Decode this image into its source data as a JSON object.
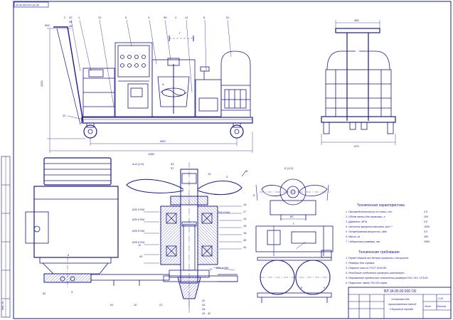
{
  "sheet": {
    "stamp_code": "00.00.000-00 СБ ИЧ",
    "sheet_side_label": "Инв. №",
    "accent_color": "#1a1a8c",
    "hatch_color": "#3535a0"
  },
  "top_view": {
    "callouts": [
      "2",
      "32",
      "36",
      "46",
      "1",
      "31",
      "5",
      "3",
      "5б",
      "4",
      "41",
      "8",
      "51",
      "20"
    ],
    "dim_overall_length": "1960",
    "dim_wheelbase": "980*",
    "dim_height": "1100",
    "dim_top": "500",
    "dim_h1": "850",
    "section_mark_g": "Г",
    "section_mark_a": "А"
  },
  "side_view": {
    "dim_top": "480",
    "dim_bottom": "670"
  },
  "motor_view": {
    "callouts": [
      "3",
      "52",
      "6",
      "61",
      "10"
    ]
  },
  "section_a": {
    "title": "А-А (1:5)",
    "callouts": [
      "53",
      "57",
      "16",
      "17",
      "14",
      "15",
      "18",
      "45",
      "44",
      "3",
      "13",
      "12",
      "11",
      "40",
      "21",
      "42",
      "43",
      "26",
      "43",
      "42"
    ],
    "fit_notes": [
      "Ø30 H7/k6",
      "Ø30 H7/k6",
      "Ø35 H7/k6",
      "Ø35 H7/h6",
      "Ø30 H7/k6",
      "Ø30 H7/k6"
    ],
    "letter_b": "Б"
  },
  "view_b": {
    "title": "Б (1:2)",
    "letter_b": "Б",
    "dim": "60"
  },
  "view_g": {
    "title": "Г",
    "label_e": "Е",
    "label_f": "F"
  },
  "tech_spec": {
    "title": "Техническая характеристика",
    "rows": [
      [
        "1. Производительность по смеси, т/ч",
        "2,5"
      ],
      [
        "2. Объём ванны для промывки, л",
        "200"
      ],
      [
        "3. Давление, МПа",
        "0,6"
      ],
      [
        "4. Частота вращения мешалки, мин⁻¹",
        "1000"
      ],
      [
        "5. Потребляемая мощность, кВт",
        "3,0"
      ],
      [
        "6. Масса, кг",
        "450"
      ],
      [
        "7. Габаритные размеры, мм",
        "1960"
      ]
    ]
  },
  "tech_req": {
    "title": "Технические требования",
    "rows": [
      "1. Перед сборкой все детали промыть и высушить.",
      "2. Размеры для справок.",
      "3. Сварные швы по ГОСТ 5264-80.",
      "4. Резьбовые соединения затянуть равномерно.",
      "5. Неуказанные предельные отклонения размеров H14, h14, ±IT14/2.",
      "6. Покрытие: эмаль ПФ-115 серая."
    ]
  },
  "title_block": {
    "doc_code": "ВЛ 34.00.00.000 СБ",
    "name_line1": "Установка для",
    "name_line2": "приготовления смесей",
    "name_line3": "Сборочный чертёж",
    "sheet_label": "Лист",
    "sheets_label": "Листов",
    "scale": "1:10"
  }
}
